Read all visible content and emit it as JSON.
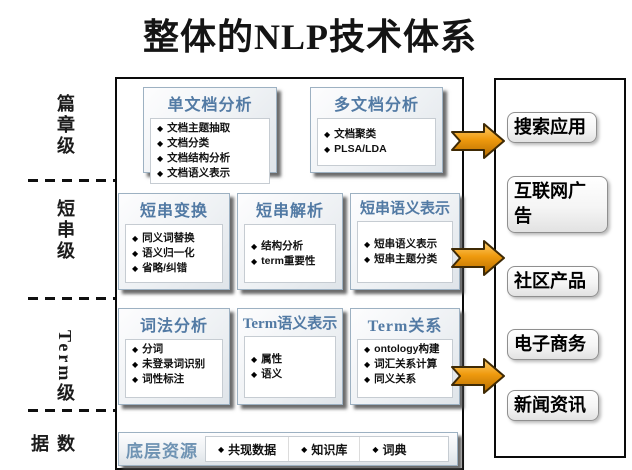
{
  "title": "整体的NLP技术体系",
  "bullet_glyph": "◆",
  "colors": {
    "accent_blue": "#527aa4",
    "arrow_orange": "#ef9a0e"
  },
  "levels": [
    {
      "label": "篇章级"
    },
    {
      "label": "短串级"
    },
    {
      "label": "Term级"
    },
    {
      "label": "数据"
    }
  ],
  "rows": [
    {
      "boxes": [
        {
          "title": "单文档分析",
          "items": [
            "文档主题抽取",
            "文档分类",
            "文档结构分析",
            "文档语义表示"
          ]
        },
        {
          "title": "多文档分析",
          "items": [
            "文档聚类",
            "PLSA/LDA"
          ]
        }
      ]
    },
    {
      "boxes": [
        {
          "title": "短串变换",
          "items": [
            "同义词替换",
            "语义归一化",
            "省略/纠错"
          ]
        },
        {
          "title": "短串解析",
          "items": [
            "结构分析",
            "term重要性"
          ]
        },
        {
          "title": "短串语义表示",
          "items": [
            "短串语义表示",
            "短串主题分类"
          ]
        }
      ]
    },
    {
      "boxes": [
        {
          "title": "词法分析",
          "items": [
            "分词",
            "未登录词识别",
            "词性标注"
          ]
        },
        {
          "title": "Term语义表示",
          "items": [
            "属性",
            "语义"
          ]
        },
        {
          "title": "Term关系",
          "items": [
            "ontology构建",
            "词汇关系计算",
            "同义关系"
          ]
        }
      ]
    }
  ],
  "base_layer": {
    "title": "底层资源",
    "items": [
      "共现数据",
      "知识库",
      "词典"
    ]
  },
  "applications": [
    {
      "label": "搜索应用"
    },
    {
      "label": "互联网广告"
    },
    {
      "label": "社区产品"
    },
    {
      "label": "电子商务"
    },
    {
      "label": "新闻资讯"
    }
  ]
}
